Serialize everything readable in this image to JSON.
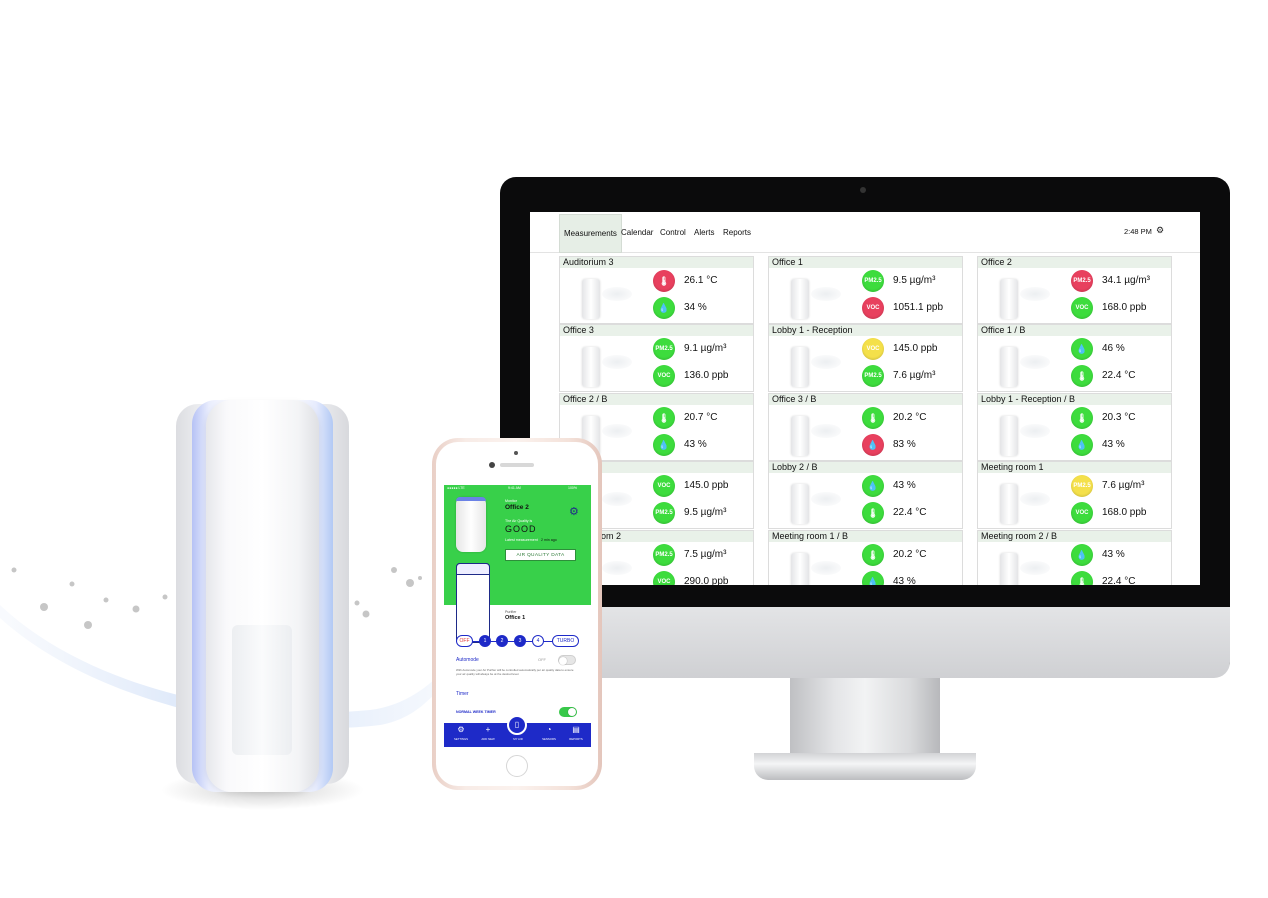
{
  "dashboard": {
    "tabs": [
      "Measurements",
      "Calendar",
      "Control",
      "Alerts",
      "Reports"
    ],
    "active_tab": "Measurements",
    "time": "2:48 PM",
    "cards": [
      {
        "title": "Auditorium 3",
        "m": [
          {
            "icon": "thermometer-icon",
            "label": "",
            "color": "red",
            "value": "26.1 °C"
          },
          {
            "icon": "humidity-icon",
            "label": "",
            "color": "green",
            "value": "34 %"
          }
        ]
      },
      {
        "title": "Office 1",
        "m": [
          {
            "icon": "pm25-icon",
            "label": "PM2.5",
            "color": "green",
            "value": "9.5 µg/m³"
          },
          {
            "icon": "voc-icon",
            "label": "VOC",
            "color": "red",
            "value": "1051.1 ppb"
          }
        ]
      },
      {
        "title": "Office 2",
        "m": [
          {
            "icon": "pm25-icon",
            "label": "PM2.5",
            "color": "red",
            "value": "34.1 µg/m³"
          },
          {
            "icon": "voc-icon",
            "label": "VOC",
            "color": "green",
            "value": "168.0 ppb"
          }
        ]
      },
      {
        "title": "Office 3",
        "m": [
          {
            "icon": "pm25-icon",
            "label": "PM2.5",
            "color": "green",
            "value": "9.1 µg/m³"
          },
          {
            "icon": "voc-icon",
            "label": "VOC",
            "color": "green",
            "value": "136.0 ppb"
          }
        ]
      },
      {
        "title": "Lobby 1 - Reception",
        "m": [
          {
            "icon": "voc-icon",
            "label": "VOC",
            "color": "yellow",
            "value": "145.0 ppb"
          },
          {
            "icon": "pm25-icon",
            "label": "PM2.5",
            "color": "green",
            "value": "7.6 µg/m³"
          }
        ]
      },
      {
        "title": "Office 1 / B",
        "m": [
          {
            "icon": "humidity-icon",
            "label": "",
            "color": "green",
            "value": "46 %"
          },
          {
            "icon": "thermometer-icon",
            "label": "",
            "color": "green",
            "value": "22.4 °C"
          }
        ]
      },
      {
        "title": "Office 2 / B",
        "m": [
          {
            "icon": "thermometer-icon",
            "label": "",
            "color": "green",
            "value": "20.7 °C"
          },
          {
            "icon": "humidity-icon",
            "label": "",
            "color": "green",
            "value": "43 %"
          }
        ]
      },
      {
        "title": "Office 3 / B",
        "m": [
          {
            "icon": "thermometer-icon",
            "label": "",
            "color": "green",
            "value": "20.2 °C"
          },
          {
            "icon": "humidity-icon",
            "label": "",
            "color": "red",
            "value": "83 %"
          }
        ]
      },
      {
        "title": "Lobby 1 - Reception / B",
        "m": [
          {
            "icon": "thermometer-icon",
            "label": "",
            "color": "green",
            "value": "20.3 °C"
          },
          {
            "icon": "humidity-icon",
            "label": "",
            "color": "green",
            "value": "43 %"
          }
        ]
      },
      {
        "title": "",
        "m": [
          {
            "icon": "voc-icon",
            "label": "VOC",
            "color": "green",
            "value": "145.0 ppb"
          },
          {
            "icon": "pm25-icon",
            "label": "PM2.5",
            "color": "green",
            "value": "9.5 µg/m³"
          }
        ]
      },
      {
        "title": "Lobby 2 / B",
        "m": [
          {
            "icon": "humidity-icon",
            "label": "",
            "color": "green",
            "value": "43 %"
          },
          {
            "icon": "thermometer-icon",
            "label": "",
            "color": "green",
            "value": "22.4 °C"
          }
        ]
      },
      {
        "title": "Meeting room 1",
        "m": [
          {
            "icon": "pm25-icon",
            "label": "PM2.5",
            "color": "yellow",
            "value": "7.6 µg/m³"
          },
          {
            "icon": "voc-icon",
            "label": "VOC",
            "color": "green",
            "value": "168.0 ppb"
          }
        ]
      },
      {
        "title": "room 2",
        "m": [
          {
            "icon": "pm25-icon",
            "label": "PM2.5",
            "color": "green",
            "value": "7.5 µg/m³"
          },
          {
            "icon": "voc-icon",
            "label": "VOC",
            "color": "green",
            "value": "290.0 ppb"
          }
        ]
      },
      {
        "title": "Meeting room 1 / B",
        "m": [
          {
            "icon": "thermometer-icon",
            "label": "",
            "color": "green",
            "value": "20.2 °C"
          },
          {
            "icon": "humidity-icon",
            "label": "",
            "color": "green",
            "value": "43 %"
          }
        ]
      },
      {
        "title": "Meeting room 2 / B",
        "m": [
          {
            "icon": "humidity-icon",
            "label": "",
            "color": "green",
            "value": "43 %"
          },
          {
            "icon": "thermometer-icon",
            "label": "",
            "color": "green",
            "value": "22.4 °C"
          }
        ]
      }
    ]
  },
  "colors": {
    "green": "#3ddc3d",
    "red": "#e8405e",
    "yellow": "#f4e04a",
    "app_green": "#38d04a",
    "app_blue": "#1e2ac8"
  },
  "phone": {
    "status_left": "●●●●● LTE",
    "status_time": "9:41 AM",
    "status_right": "100%",
    "monitor_label": "Monitor",
    "monitor_name": "Office 2",
    "quality_label": "The Air Quality is",
    "quality_value": "GOOD",
    "latest_label": "Latest measurement",
    "latest_value": "2 min ago",
    "air_button": "AIR QUALITY DATA",
    "purifier_label": "Purifier",
    "purifier_name": "Office 1",
    "modes": [
      "OFF",
      "1",
      "2",
      "3",
      "4",
      "TURBO"
    ],
    "automode_label": "Automode",
    "automode_state": "OFF",
    "automode_desc": "With Automode your Air Purifier will be controlled automatically per air quality data to ensure your air quality will always be at the desired level.",
    "timer_label": "Timer",
    "week_timer_label": "NORMAL WEEK TIMER",
    "tabbar": [
      {
        "icon": "gear-icon",
        "glyph": "⚙",
        "label": "SETTINGS"
      },
      {
        "icon": "plus-icon",
        "glyph": "+",
        "label": "ADD NEW"
      },
      {
        "icon": "device-icon",
        "glyph": "▯",
        "label": "MY AIR"
      },
      {
        "icon": "dashboard-icon",
        "glyph": "◔",
        "label": "SENSORS"
      },
      {
        "icon": "report-icon",
        "glyph": "▤",
        "label": "REPORTS"
      }
    ]
  }
}
